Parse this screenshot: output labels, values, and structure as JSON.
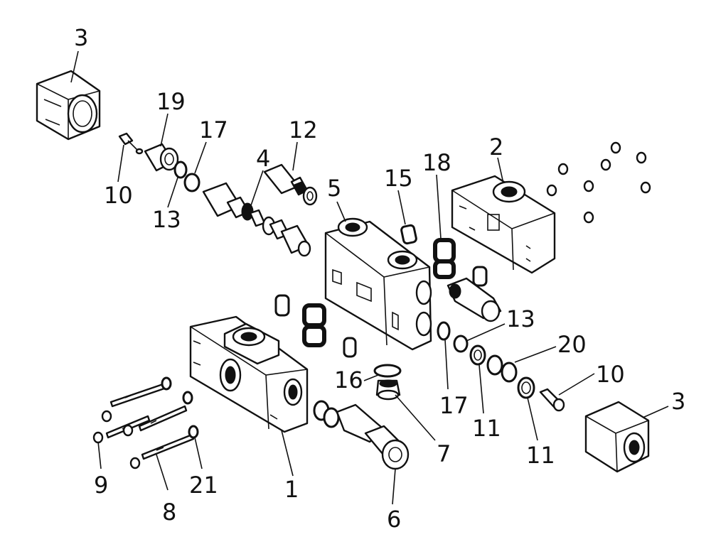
{
  "diagram": {
    "callouts": [
      {
        "id": "c3a",
        "text": "3"
      },
      {
        "id": "c19",
        "text": "19"
      },
      {
        "id": "c17a",
        "text": "17"
      },
      {
        "id": "c12",
        "text": "12"
      },
      {
        "id": "c4",
        "text": "4"
      },
      {
        "id": "c10a",
        "text": "10"
      },
      {
        "id": "c13a",
        "text": "13"
      },
      {
        "id": "c5",
        "text": "5"
      },
      {
        "id": "c15",
        "text": "15"
      },
      {
        "id": "c18",
        "text": "18"
      },
      {
        "id": "c2",
        "text": "2"
      },
      {
        "id": "c13b",
        "text": "13"
      },
      {
        "id": "c20",
        "text": "20"
      },
      {
        "id": "c10b",
        "text": "10"
      },
      {
        "id": "c3b",
        "text": "3"
      },
      {
        "id": "c16",
        "text": "16"
      },
      {
        "id": "c17b",
        "text": "17"
      },
      {
        "id": "c11a",
        "text": "11"
      },
      {
        "id": "c11b",
        "text": "11"
      },
      {
        "id": "c7",
        "text": "7"
      },
      {
        "id": "c1",
        "text": "1"
      },
      {
        "id": "c6",
        "text": "6"
      },
      {
        "id": "c9",
        "text": "9"
      },
      {
        "id": "c8",
        "text": "8"
      },
      {
        "id": "c21",
        "text": "21"
      }
    ]
  }
}
